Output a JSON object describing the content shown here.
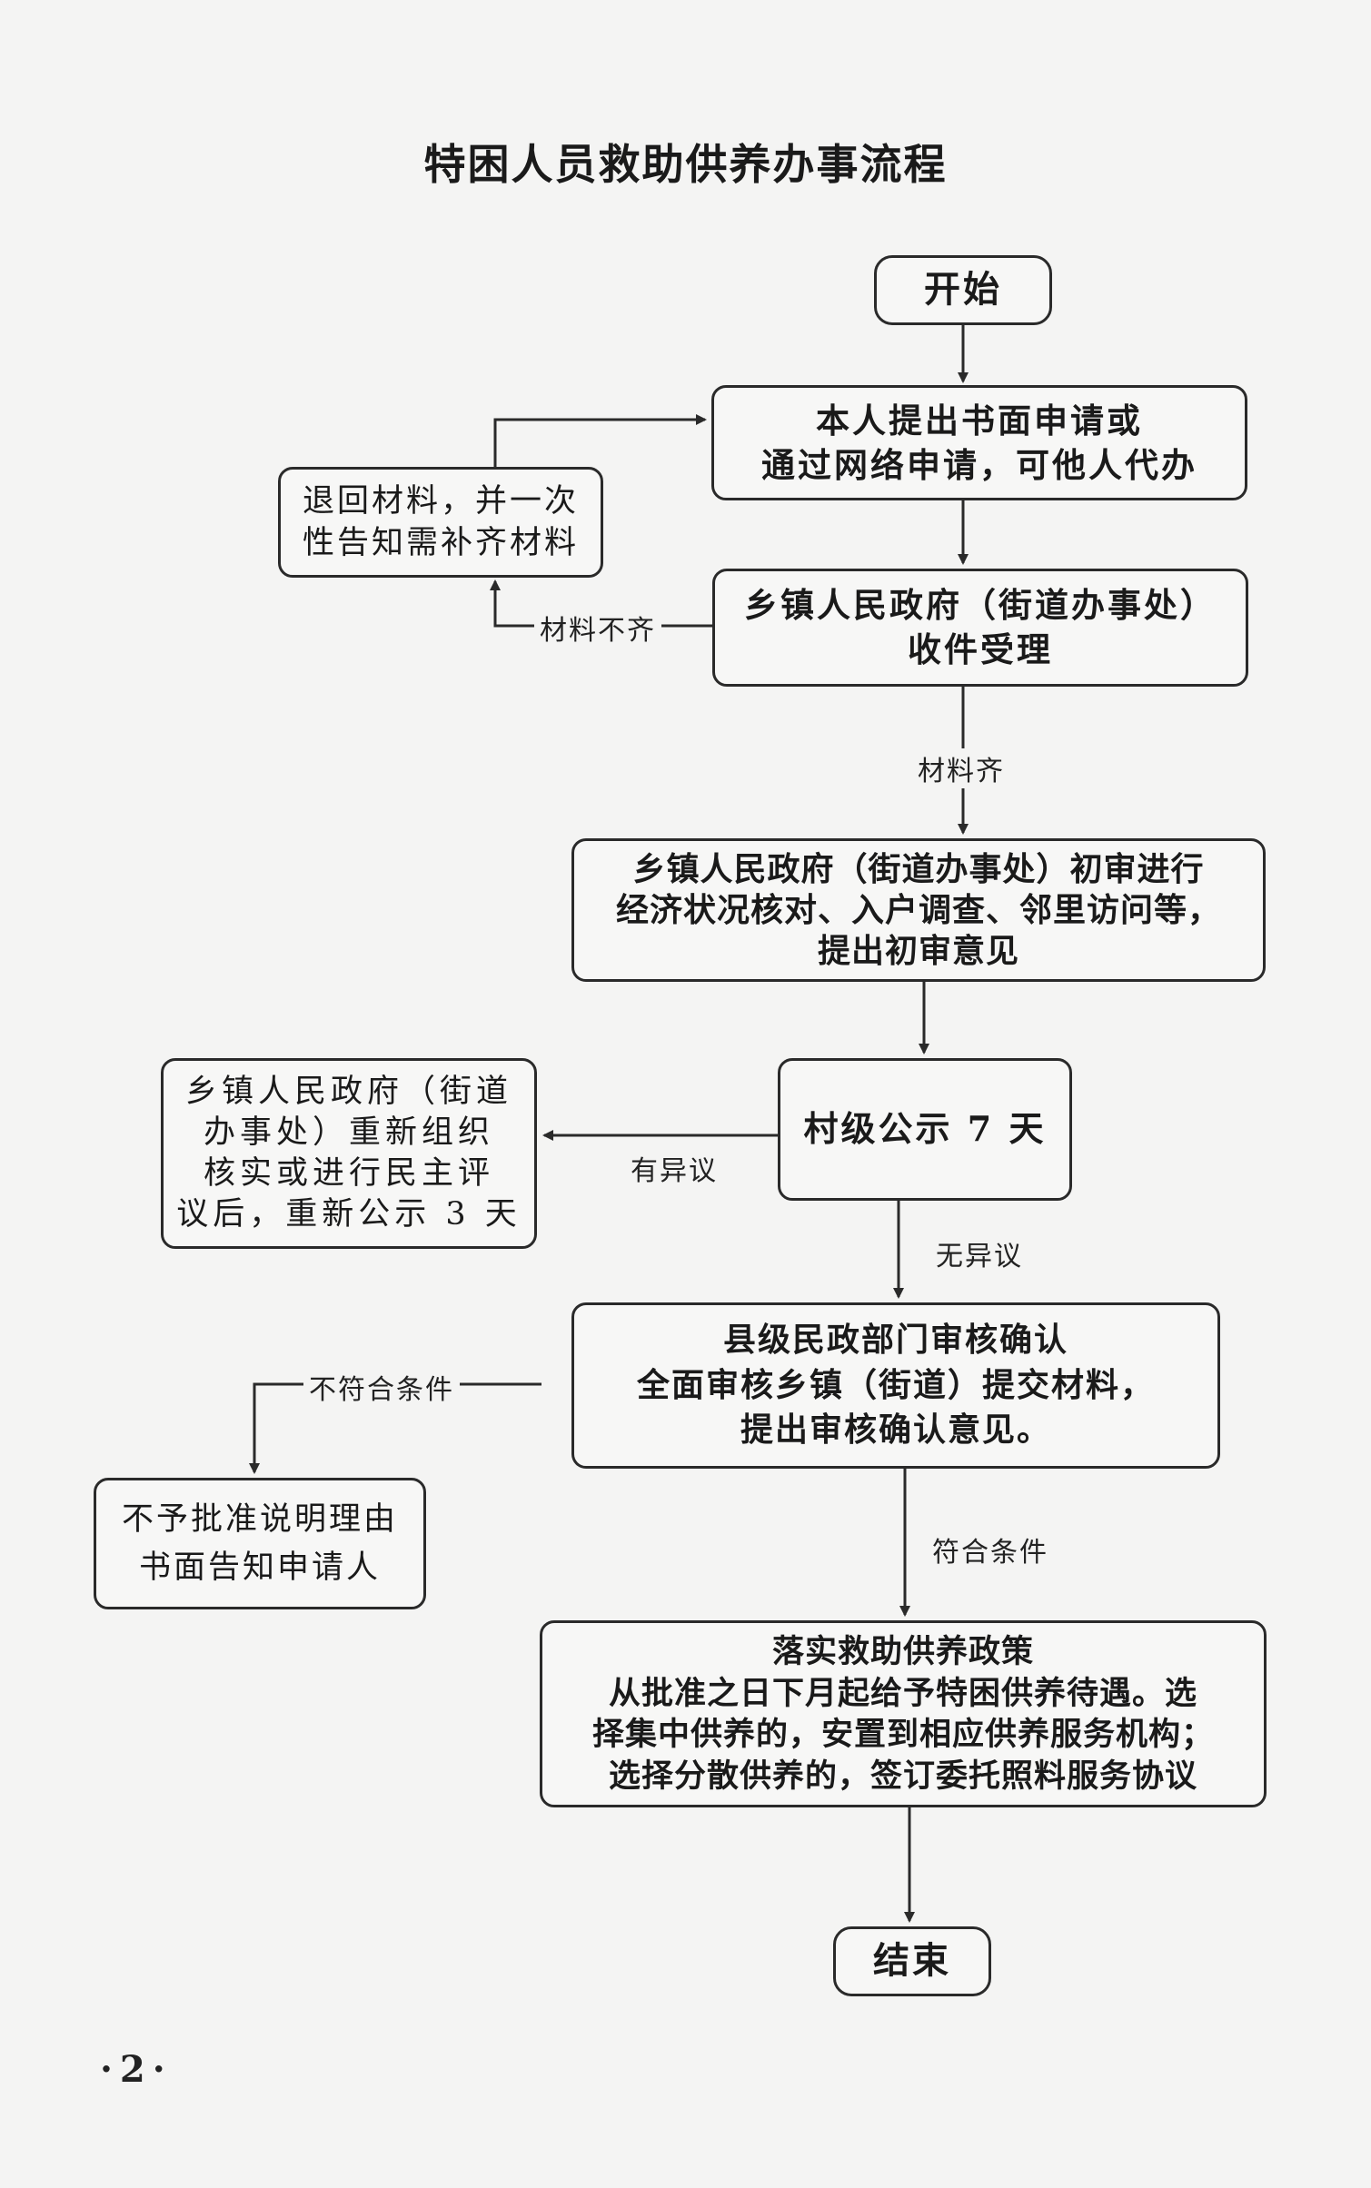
{
  "title": "特困人员救助供养办事流程",
  "nodes": {
    "start": "开始",
    "apply": [
      "本人提出书面申请或",
      "通过网络申请，可他人代办"
    ],
    "return_materials": [
      "退回材料，并一次",
      "性告知需补齐材料"
    ],
    "accept": [
      "乡镇人民政府（街道办事处）",
      "收件受理"
    ],
    "preliminary_review": [
      "乡镇人民政府（街道办事处）初审进行",
      "经济状况核对、入户调查、邻里访问等，",
      "提出初审意见"
    ],
    "village_notice": "村级公示 7 天",
    "re_verify": [
      "乡镇人民政府（街道",
      "办事处）重新组织",
      "核实或进行民主评",
      "议后，重新公示 3 天"
    ],
    "county_review": [
      "县级民政部门审核确认",
      "全面审核乡镇（街道）提交材料，",
      "提出审核确认意见。"
    ],
    "reject": [
      "不予批准说明理由",
      "书面告知申请人"
    ],
    "implement": [
      "落实救助供养政策",
      "从批准之日下月起给予特困供养待遇。选",
      "择集中供养的，安置到相应供养服务机构；",
      "选择分散供养的，签订委托照料服务协议"
    ],
    "end": "结束"
  },
  "edge_labels": {
    "incomplete": "材料不齐",
    "complete": "材料齐",
    "objection": "有异议",
    "no_objection": "无异议",
    "not_eligible": "不符合条件",
    "eligible": "符合条件"
  },
  "page_number": "·2·"
}
